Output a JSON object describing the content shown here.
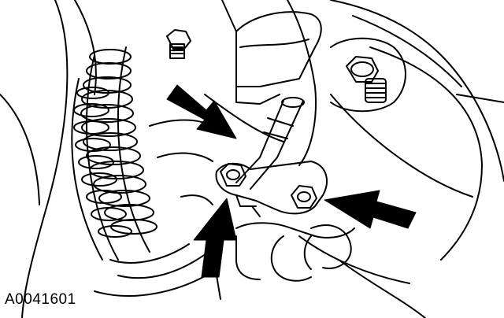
{
  "figure": {
    "label": "A0041601",
    "ink_color": "#000000",
    "paper_color": "#ffffff"
  },
  "callouts": {
    "count": 3,
    "icon": "arrow-icon"
  },
  "parts": {
    "fasteners": [
      "hex-nut",
      "hex-nut",
      "hex-nut",
      "stud-bolt"
    ],
    "components": [
      "bracket-link-rod",
      "mounting-plate",
      "hose-coil",
      "pipe-elbow"
    ]
  }
}
